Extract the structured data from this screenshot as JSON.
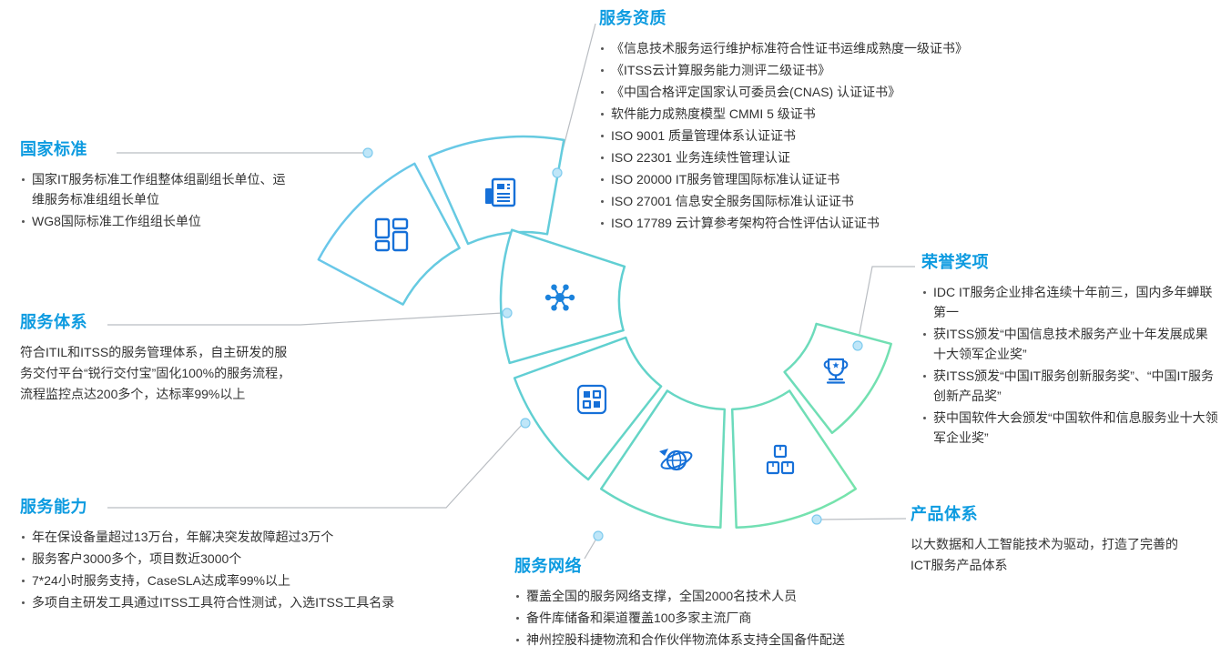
{
  "colors": {
    "heading_blue": "#0d9be0",
    "icon_blue": "#1670d8",
    "arc_gradient_start": "#6cc5f0",
    "arc_gradient_mid": "#5fd0cf",
    "arc_gradient_end": "#7ce8a3",
    "body_text": "#333333",
    "connector_line": "#b9bdc2",
    "connector_dot_fill": "#bfe6f8",
    "connector_dot_stroke": "#7fcbee"
  },
  "diagram": {
    "segments": [
      {
        "name": "national-standards-segment",
        "icon": "dashboard-icon"
      },
      {
        "name": "service-qualifications-segment",
        "icon": "newspaper-icon"
      },
      {
        "name": "service-system-segment",
        "icon": "molecule-icon"
      },
      {
        "name": "service-capability-segment",
        "icon": "app-modules-icon"
      },
      {
        "name": "service-network-segment",
        "icon": "globe-plane-icon"
      },
      {
        "name": "product-system-segment",
        "icon": "cubes-icon"
      },
      {
        "name": "honors-awards-segment",
        "icon": "trophy-icon"
      }
    ]
  },
  "sections": {
    "national_standards": {
      "title": "国家标准",
      "items": [
        "国家IT服务标准工作组整体组副组长单位、运维服务标准组组长单位",
        "WG8国际标准工作组组长单位"
      ]
    },
    "service_qualifications": {
      "title": "服务资质",
      "items": [
        "《信息技术服务运行维护标准符合性证书运维成熟度一级证书》",
        "《ITSS云计算服务能力测评二级证书》",
        "《中国合格评定国家认可委员会(CNAS) 认证证书》",
        "软件能力成熟度模型 CMMI 5 级证书",
        "ISO 9001 质量管理体系认证证书",
        "ISO 22301 业务连续性管理认证",
        "ISO 20000 IT服务管理国际标准认证证书",
        "ISO 27001 信息安全服务国际标准认证证书",
        "ISO 17789 云计算参考架构符合性评估认证证书"
      ]
    },
    "service_system": {
      "title": "服务体系",
      "paragraph": "符合ITIL和ITSS的服务管理体系，自主研发的服务交付平台“锐行交付宝”固化100%的服务流程，流程监控点达200多个，达标率99%以上"
    },
    "honors_awards": {
      "title": "荣誉奖项",
      "items": [
        "IDC  IT服务企业排名连续十年前三，国内多年蝉联第一",
        "获ITSS颁发“中国信息技术服务产业十年发展成果十大领军企业奖”",
        "获ITSS颁发“中国IT服务创新服务奖”、“中国IT服务创新产品奖”",
        "获中国软件大会颁发“中国软件和信息服务业十大领军企业奖”"
      ]
    },
    "service_capability": {
      "title": "服务能力",
      "items": [
        "年在保设备量超过13万台，年解决突发故障超过3万个",
        "服务客户3000多个，项目数近3000个",
        "7*24小时服务支持，CaseSLA达成率99%以上",
        "多项自主研发工具通过ITSS工具符合性测试，入选ITSS工具名录"
      ]
    },
    "product_system": {
      "title": "产品体系",
      "paragraph": "以大数据和人工智能技术为驱动，打造了完善的ICT服务产品体系"
    },
    "service_network": {
      "title": "服务网络",
      "items": [
        "覆盖全国的服务网络支撑，全国2000名技术人员",
        "备件库储备和渠道覆盖100多家主流厂商",
        "神州控股科捷物流和合作伙伴物流体系支持全国备件配送"
      ]
    }
  }
}
